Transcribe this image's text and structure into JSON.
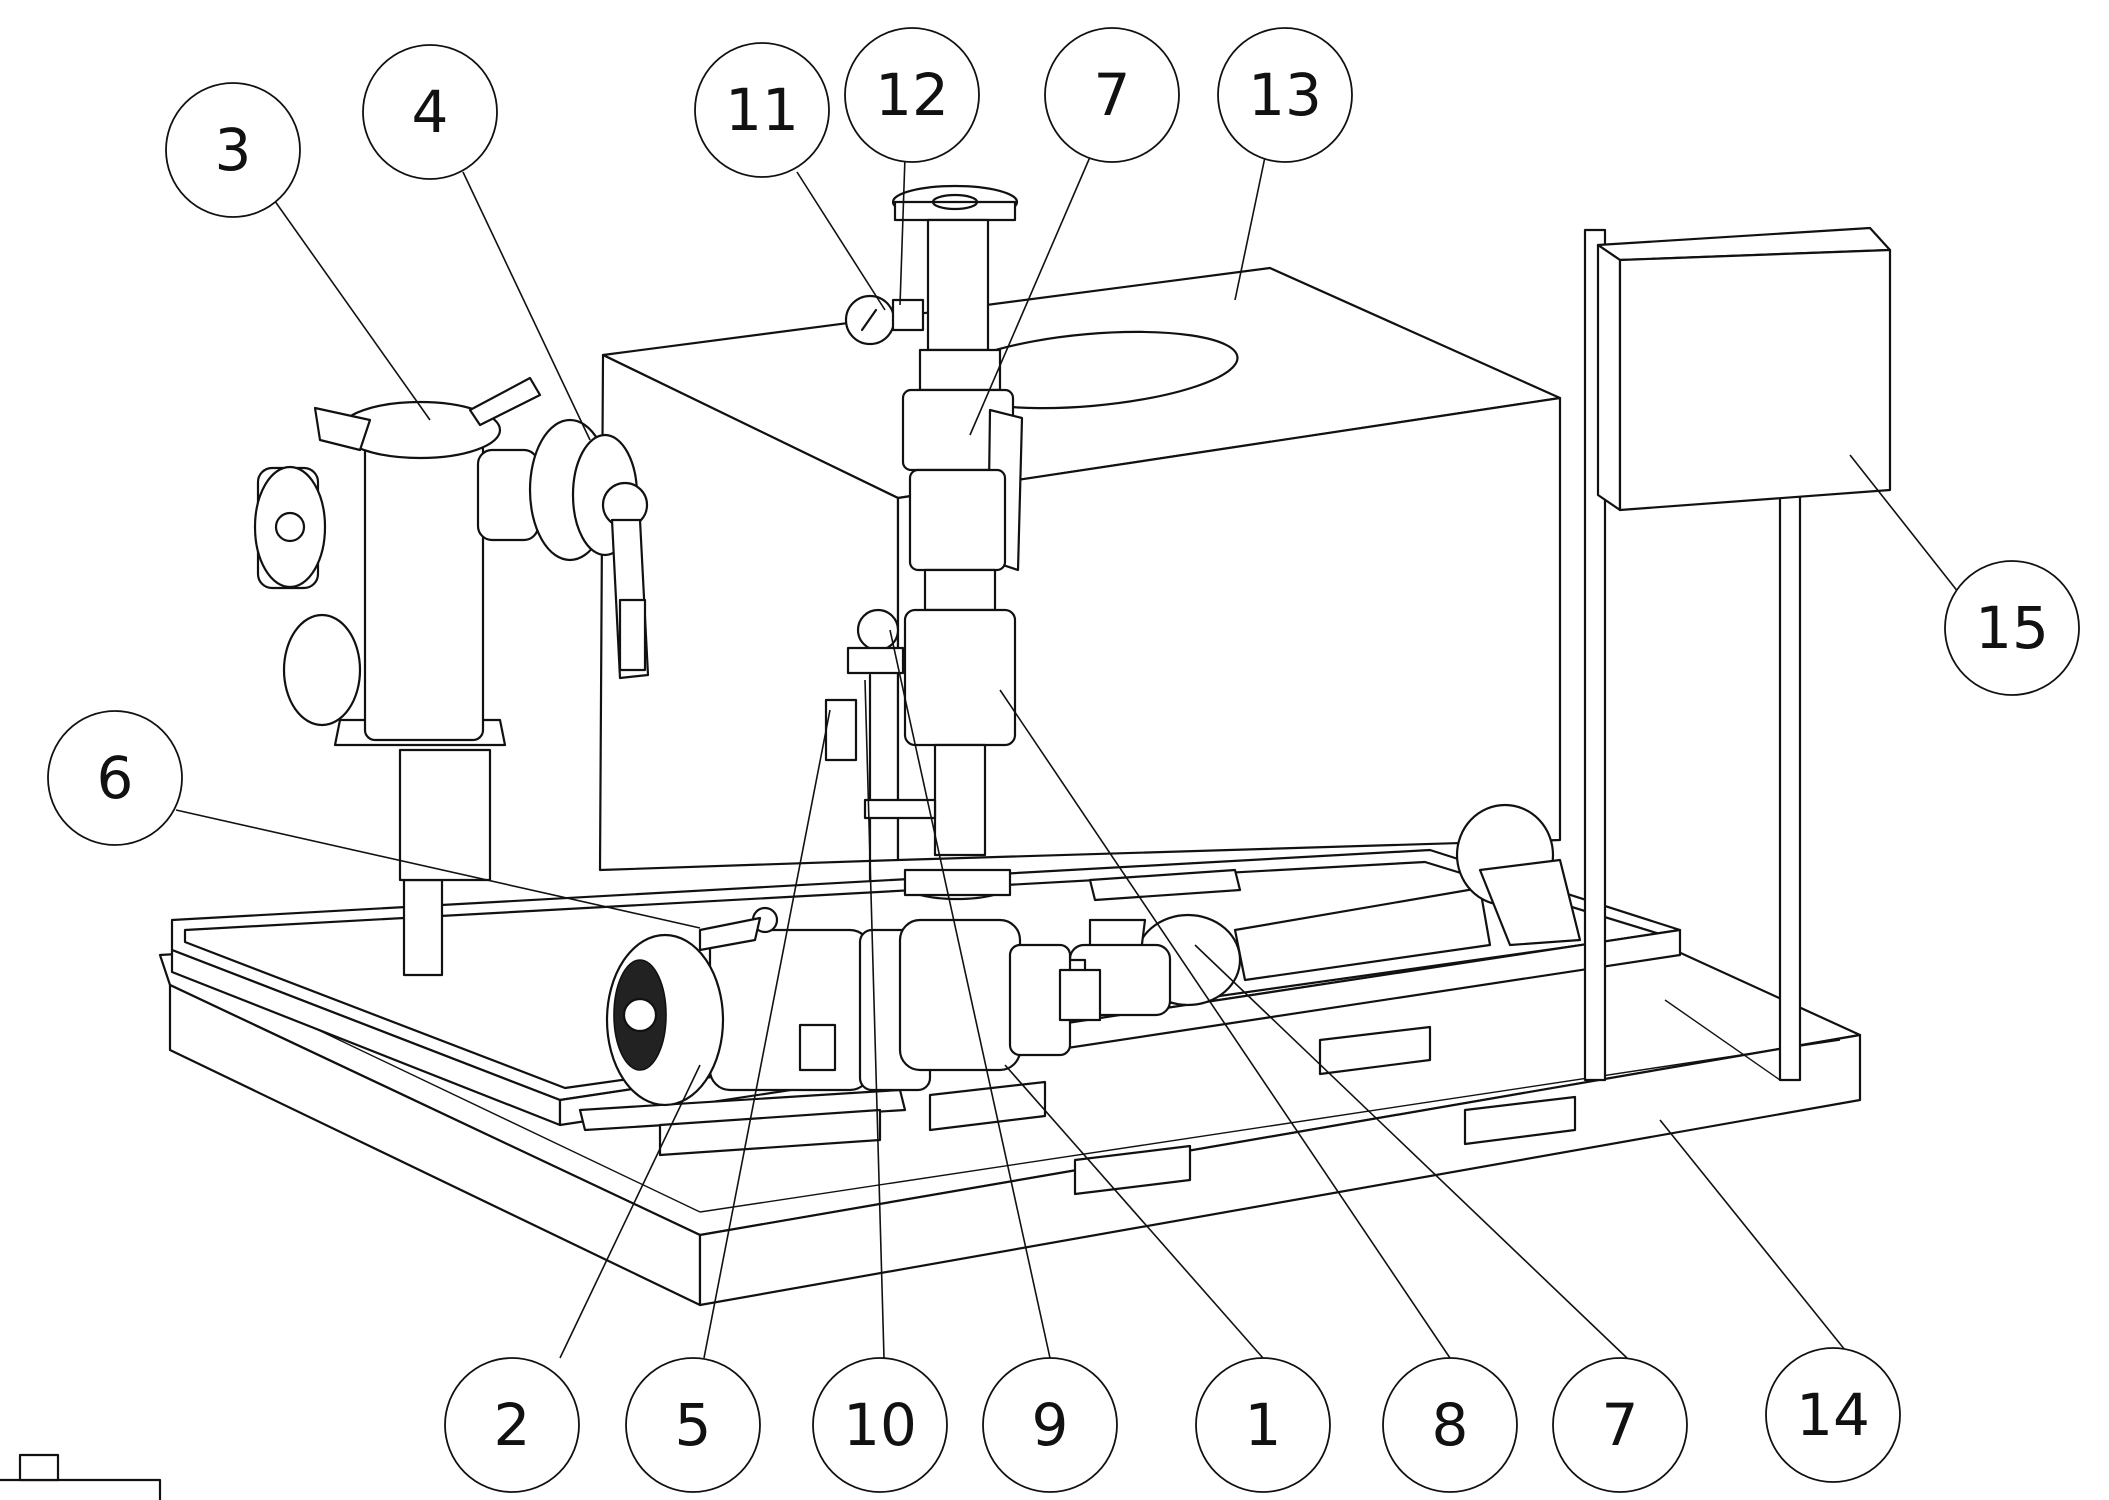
{
  "callouts": [
    {
      "id": "b3",
      "label": "3"
    },
    {
      "id": "b4",
      "label": "4"
    },
    {
      "id": "b11",
      "label": "11"
    },
    {
      "id": "b12",
      "label": "12"
    },
    {
      "id": "b7a",
      "label": "7"
    },
    {
      "id": "b13",
      "label": "13"
    },
    {
      "id": "b15",
      "label": "15"
    },
    {
      "id": "b6",
      "label": "6"
    },
    {
      "id": "b2",
      "label": "2"
    },
    {
      "id": "b5",
      "label": "5"
    },
    {
      "id": "b10",
      "label": "10"
    },
    {
      "id": "b9",
      "label": "9"
    },
    {
      "id": "b1",
      "label": "1"
    },
    {
      "id": "b8",
      "label": "8"
    },
    {
      "id": "b7b",
      "label": "7"
    },
    {
      "id": "b14",
      "label": "14"
    }
  ]
}
